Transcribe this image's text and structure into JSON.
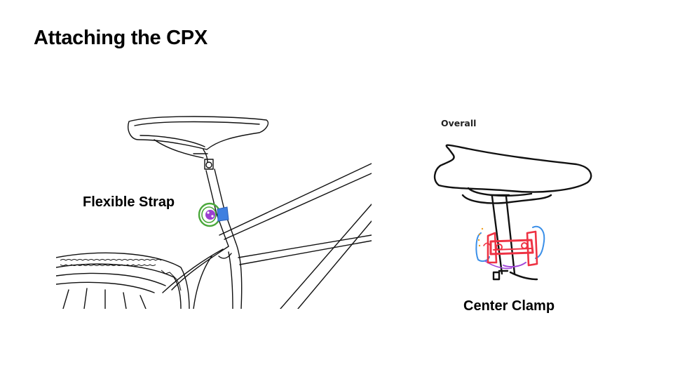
{
  "slide": {
    "title": "Attaching the CPX"
  },
  "figure_left": {
    "label": "Flexible Strap",
    "strap_colors": {
      "outline": "#4aa83a",
      "strap": "#3f7fe0",
      "device": "#9b3fd0"
    }
  },
  "figure_right": {
    "caption": "Overall",
    "label": "Center Clamp",
    "clamp_colors": {
      "clamp": "#ee3344",
      "guides": "#3a8fe8",
      "accent": "#a045d8",
      "dots": "#f0a020"
    }
  }
}
